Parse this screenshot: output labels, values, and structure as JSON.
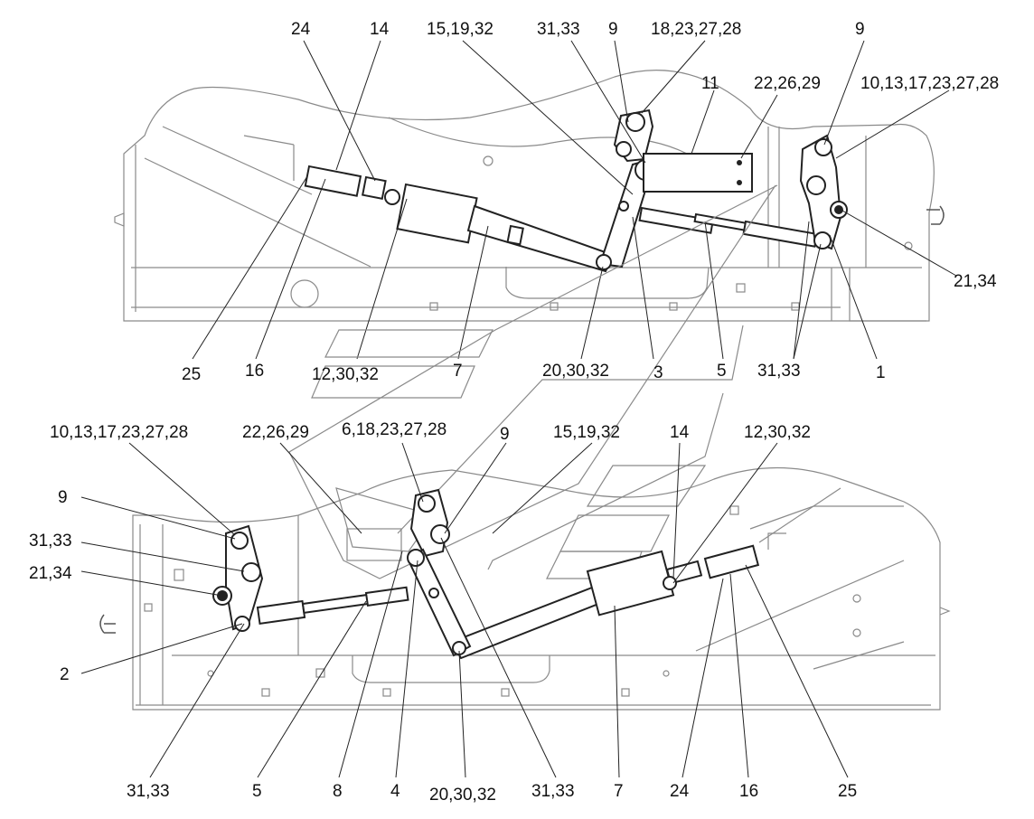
{
  "callouts_top": {
    "c_24": "24",
    "c_14": "14",
    "c_15_19_32": "15,19,32",
    "c_31_33": "31,33",
    "c_9a": "9",
    "c_18_23_27_28": "18,23,27,28",
    "c_9b": "9",
    "c_11": "11",
    "c_22_26_29": "22,26,29",
    "c_10_13_17_23_27_28": "10,13,17,23,27,28",
    "c_21_34": "21,34",
    "c_25": "25",
    "c_16": "16",
    "c_12_30_32": "12,30,32",
    "c_7": "7",
    "c_20_30_32": "20,30,32",
    "c_3": "3",
    "c_5": "5",
    "c_31_33b": "31,33",
    "c_1": "1"
  },
  "callouts_bottom": {
    "c_10_13_17_23_27_28": "10,13,17,23,27,28",
    "c_22_26_29": "22,26,29",
    "c_6_18_23_27_28": "6,18,23,27,28",
    "c_9": "9",
    "c_15_19_32": "15,19,32",
    "c_14": "14",
    "c_12_30_32": "12,30,32",
    "c_9b": "9",
    "c_31_33": "31,33",
    "c_21_34": "21,34",
    "c_2": "2",
    "c_31_33b": "31,33",
    "c_5": "5",
    "c_8": "8",
    "c_4": "4",
    "c_20_30_32": "20,30,32",
    "c_31_33c": "31,33",
    "c_7": "7",
    "c_24": "24",
    "c_16": "16",
    "c_25": "25"
  }
}
